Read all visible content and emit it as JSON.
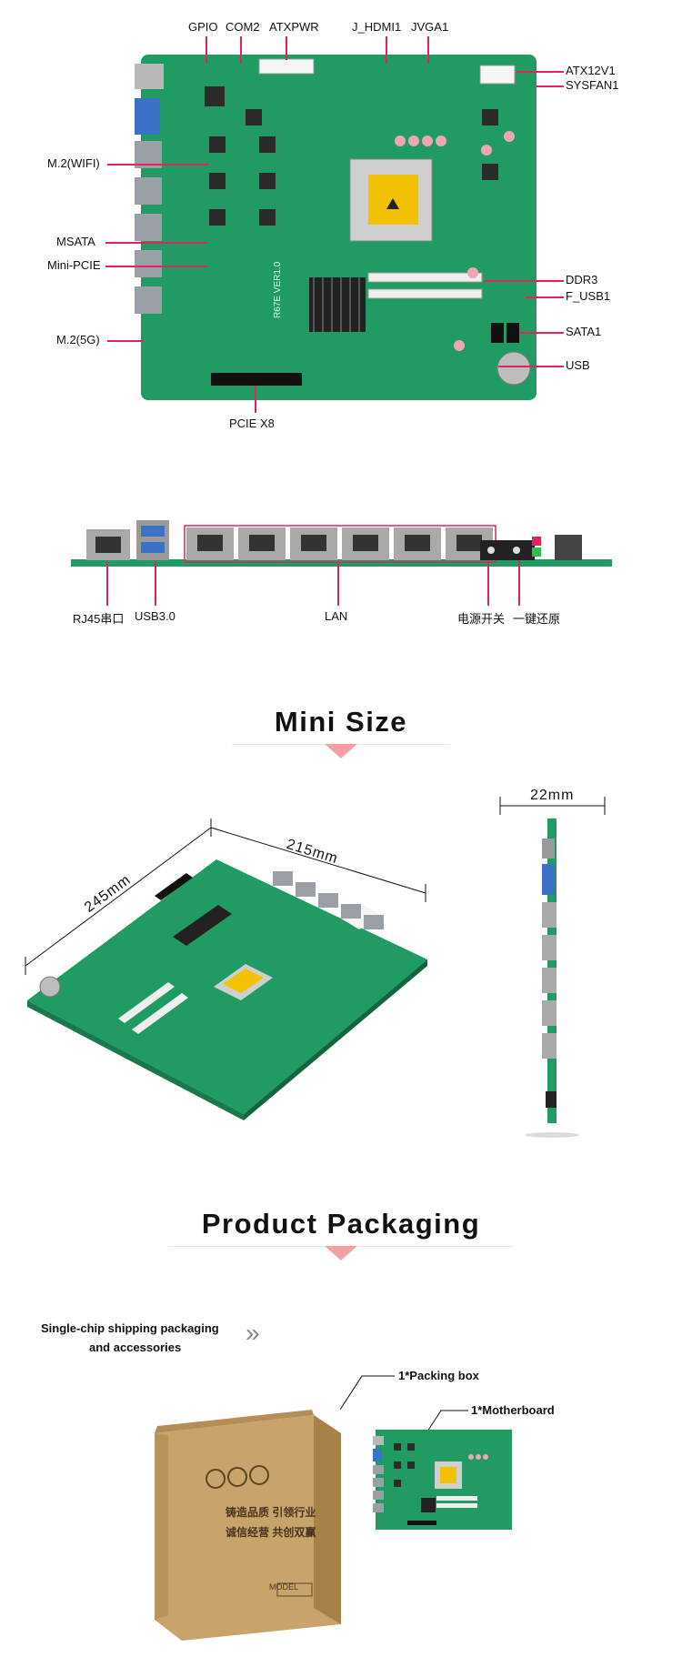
{
  "top_board": {
    "labels_top": [
      "GPIO",
      "COM2",
      "ATXPWR",
      "J_HDMI1",
      "JVGA1"
    ],
    "labels_right": [
      "ATX12V1",
      "SYSFAN1",
      "DDR3",
      "F_USB1",
      "SATA1",
      "USB"
    ],
    "labels_left": [
      "M.2(WIFI)",
      "MSATA",
      "Mini-PCIE",
      "M.2(5G)"
    ],
    "label_bottom": "PCIE X8",
    "board_silk": "R67E VER1.0"
  },
  "io_panel": {
    "labels": [
      "RJ45串口",
      "USB3.0",
      "LAN",
      "电源开关",
      "一键还原"
    ]
  },
  "mini_size": {
    "title": "Mini Size",
    "width_dim": "215mm",
    "length_dim": "245mm",
    "thickness_dim": "22mm"
  },
  "packaging": {
    "title": "Product Packaging",
    "caption_line1": "Single-chip shipping packaging",
    "caption_line2": "and accessories",
    "arrow_glyph": "»",
    "item_box": "1*Packing box",
    "item_board": "1*Motherboard",
    "box_text": [
      "铸造品质 引领行业",
      "诚信经营 共创双赢"
    ],
    "box_model": "MODEL",
    "colors": {
      "accent": "#e0245e",
      "pcb": "#1f9b63",
      "box": "#c9a46a"
    }
  }
}
